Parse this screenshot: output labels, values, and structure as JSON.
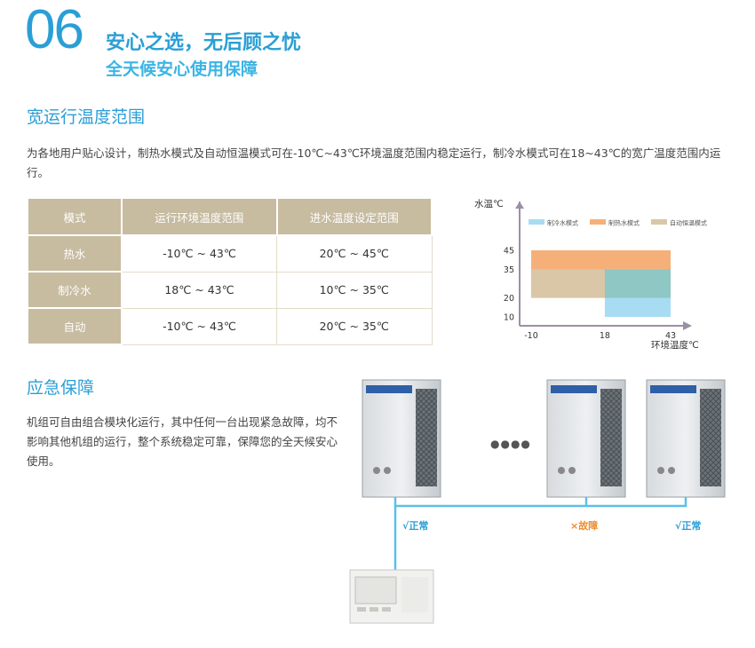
{
  "header": {
    "number": "06",
    "title": "安心之选，无后顾之忧",
    "subtitle": "全天候安心使用保障"
  },
  "section1": {
    "title": "宽运行温度范围",
    "text": "为各地用户贴心设计，制热水模式及自动恒温模式可在-10℃~43℃环境温度范围内稳定运行，制冷水模式可在18~43℃的宽广温度范围内运行。"
  },
  "table": {
    "headers": [
      "模式",
      "运行环境温度范围",
      "进水温度设定范围"
    ],
    "rows": [
      {
        "mode": "热水",
        "ambient": "-10℃ ~  43℃",
        "water": "20℃ ~  45℃"
      },
      {
        "mode": "制冷水",
        "ambient": "18℃ ~  43℃",
        "water": "10℃ ~  35℃"
      },
      {
        "mode": "自动",
        "ambient": "-10℃ ~  43℃",
        "water": "20℃ ~  35℃"
      }
    ]
  },
  "chart_data": {
    "type": "area",
    "ylabel": "水温℃",
    "xlabel": "环境温度℃",
    "x_ticks": [
      "-10",
      "18",
      "43"
    ],
    "y_ticks": [
      "45",
      "35",
      "20",
      "10"
    ],
    "legend": [
      {
        "name": "制冷水模式",
        "color": "#a8dcf3"
      },
      {
        "name": "制热水模式",
        "color": "#f5b07a"
      },
      {
        "name": "自动恒温模式",
        "color": "#d9c7a7"
      }
    ],
    "series": [
      {
        "name": "制冷水模式",
        "x_range": [
          18,
          43
        ],
        "y_range": [
          10,
          35
        ],
        "color": "#a8dcf3"
      },
      {
        "name": "制热水模式",
        "x_range": [
          -10,
          43
        ],
        "y_range": [
          20,
          45
        ],
        "color": "#f5b07a"
      },
      {
        "name": "自动恒温模式",
        "x_range": [
          -10,
          43
        ],
        "y_range": [
          20,
          35
        ],
        "color": "#d9c7a7"
      }
    ]
  },
  "section2": {
    "title": "应急保障",
    "text": "机组可自由组合模块化运行，其中任何一台出现紧急故障，均不影响其他机组的运行，整个系统稳定可靠，保障您的全天候安心使用。",
    "dots": "●●●●",
    "status_ok": "√正常",
    "status_fault": "×故障"
  },
  "colors": {
    "accent": "#2a9fd6",
    "table_header": "#c7bba0",
    "line": "#5bc0eb",
    "fault": "#f08c2b"
  }
}
